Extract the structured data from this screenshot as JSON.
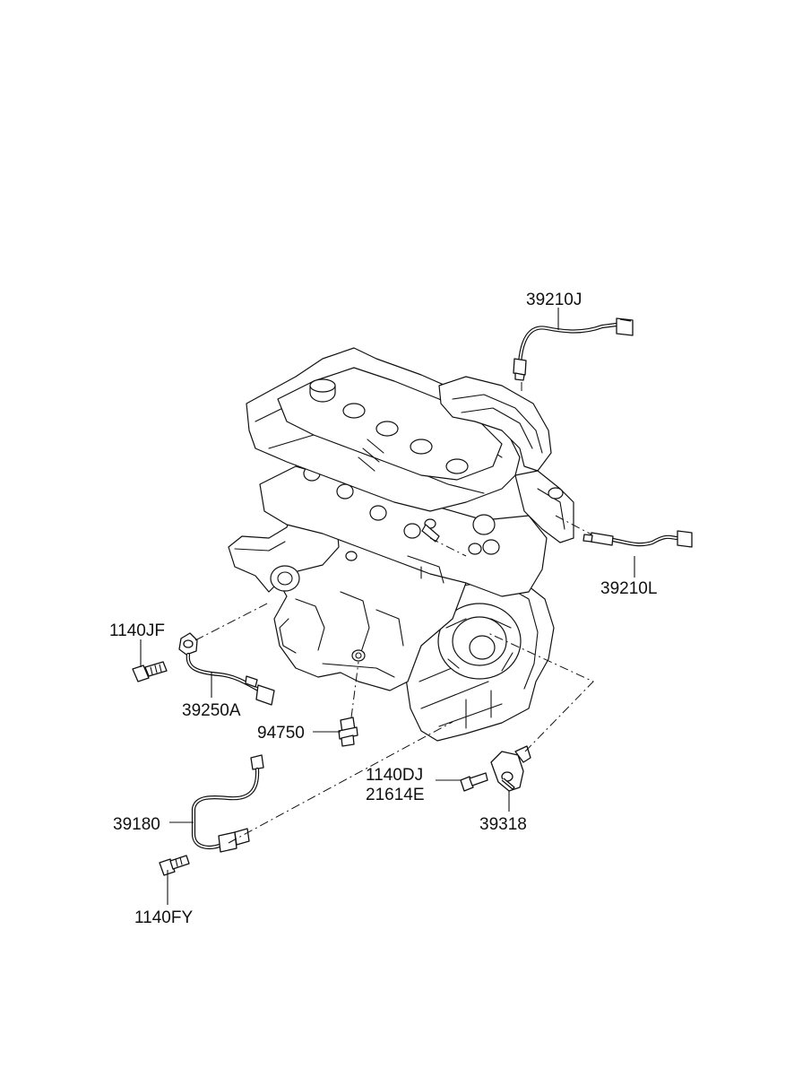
{
  "diagram": {
    "parts": [
      {
        "id": "p1",
        "label": "39210J"
      },
      {
        "id": "p2",
        "label": "39210L"
      },
      {
        "id": "p3",
        "label": "1140JF"
      },
      {
        "id": "p4",
        "label": "39250A"
      },
      {
        "id": "p5",
        "label": "94750"
      },
      {
        "id": "p6",
        "label": "1140DJ"
      },
      {
        "id": "p7",
        "label": "21614E"
      },
      {
        "id": "p8",
        "label": "39318"
      },
      {
        "id": "p9",
        "label": "39180"
      },
      {
        "id": "p10",
        "label": "1140FY"
      }
    ]
  }
}
